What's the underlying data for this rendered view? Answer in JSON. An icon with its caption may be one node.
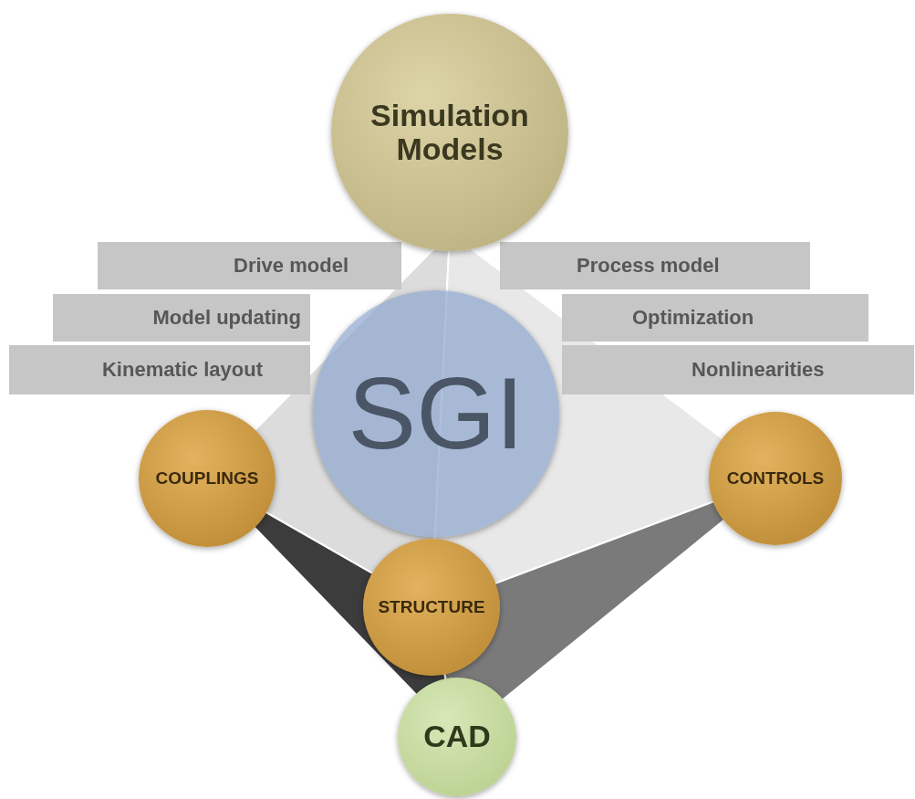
{
  "diagram": {
    "nodes": [
      {
        "text": [
          "Simulation Models"
        ]
      },
      {
        "text": [
          "Drive model"
        ]
      },
      {
        "text": [
          "Process model"
        ]
      },
      {
        "text": [
          "Model updating"
        ]
      },
      {
        "text": [
          "Optimization"
        ]
      },
      {
        "text": [
          "Kinematic layout"
        ]
      },
      {
        "text": [
          "Nonlinearities"
        ]
      },
      {
        "text": [
          "SGI"
        ]
      },
      {
        "text": [
          "COUPLINGS"
        ]
      },
      {
        "text": [
          "CONTROLS"
        ]
      },
      {
        "text": [
          "STRUCTURE"
        ]
      },
      {
        "text": [
          "CAD"
        ]
      }
    ]
  }
}
